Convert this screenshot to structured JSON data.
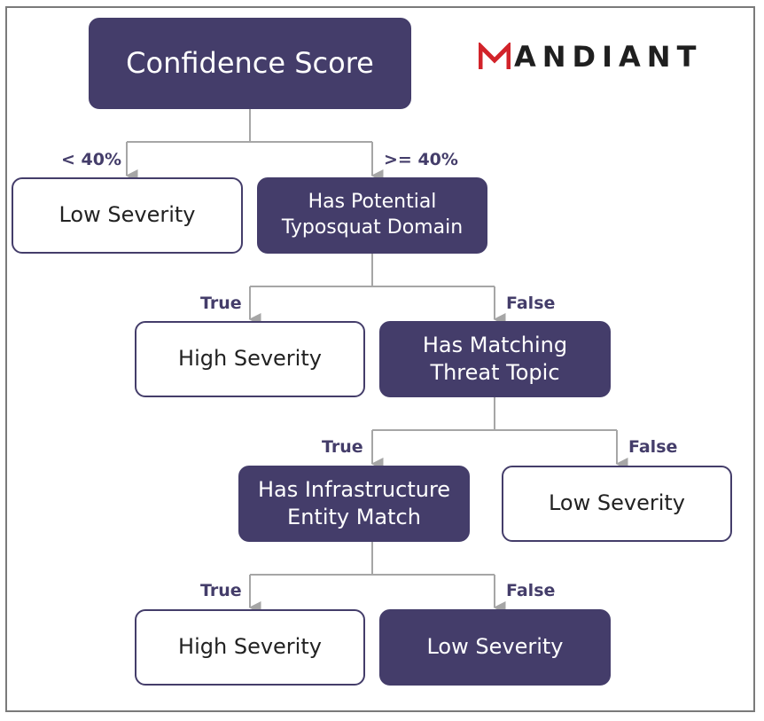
{
  "brand": {
    "logo_name": "MANDIANT",
    "logo_letter_m_color": "#d2232a",
    "logo_rest": "ANDIANT"
  },
  "colors": {
    "node_fill": "#443d6a",
    "node_text_light": "#ffffff",
    "connector": "#a6a6a6",
    "label": "#443d6a",
    "frame_border": "#7a7a7a"
  },
  "nodes": {
    "root": "Confidence Score",
    "low_severity_1": "Low Severity",
    "typosquat": "Has Potential\nTyposquat Domain",
    "high_severity_1": "High Severity",
    "threat_topic": "Has Matching\nThreat Topic",
    "infrastructure": "Has Infrastructure\nEntity Match",
    "low_severity_2": "Low Severity",
    "high_severity_2": "High Severity",
    "low_severity_3": "Low Severity"
  },
  "edges": {
    "lt40": "< 40%",
    "gte40": ">= 40%",
    "typosquat_true": "True",
    "typosquat_false": "False",
    "threat_true": "True",
    "threat_false": "False",
    "infra_true": "True",
    "infra_false": "False"
  }
}
